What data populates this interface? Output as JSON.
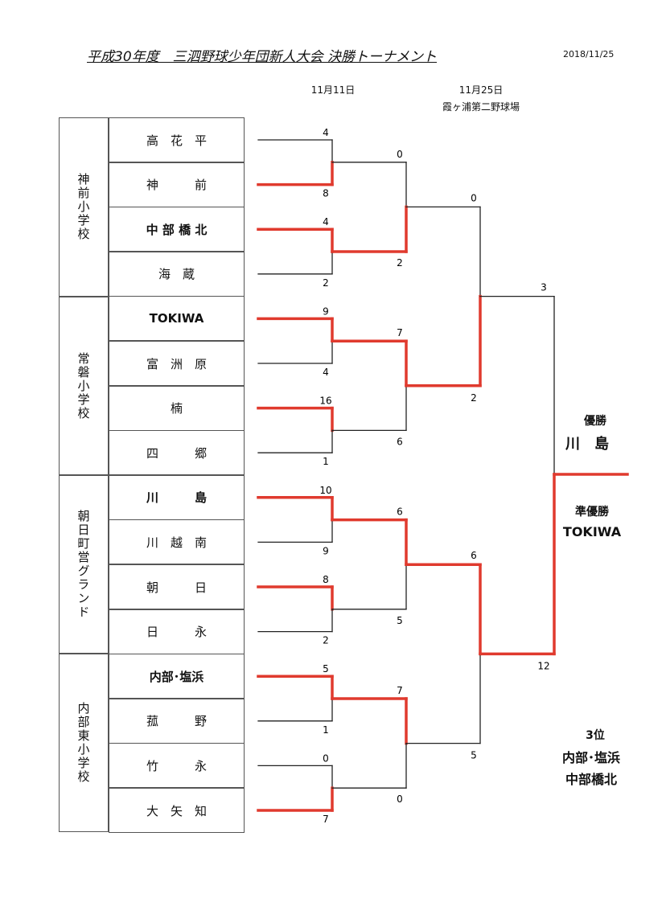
{
  "title": "平成30年度　三泗野球少年団新人大会 決勝トーナメント",
  "date": "2018/11/25",
  "round_headers": {
    "r1": "11月11日",
    "r2": "11月25日",
    "r2_venue": "霞ヶ浦第二野球場"
  },
  "venues": [
    {
      "label": "神前小学校"
    },
    {
      "label": "常磐小学校"
    },
    {
      "label": "朝日町営グランド"
    },
    {
      "label": "内部東小学校"
    }
  ],
  "teams": [
    {
      "name": "高　花　平",
      "bold": false
    },
    {
      "name": "神　　　前",
      "bold": false
    },
    {
      "name": "中 部 橋 北",
      "bold": true
    },
    {
      "name": "海　蔵",
      "bold": false
    },
    {
      "name": "TOKIWA",
      "bold": true
    },
    {
      "name": "富　洲　原",
      "bold": false
    },
    {
      "name": "楠",
      "bold": false
    },
    {
      "name": "四　　　郷",
      "bold": false
    },
    {
      "name": "川　　　島",
      "bold": true
    },
    {
      "name": "川　越　南",
      "bold": false
    },
    {
      "name": "朝　　　日",
      "bold": false
    },
    {
      "name": "日　　　永",
      "bold": false
    },
    {
      "name": "内部･塩浜",
      "bold": true
    },
    {
      "name": "菰　　　野",
      "bold": false
    },
    {
      "name": "竹　　　永",
      "bold": false
    },
    {
      "name": "大　矢　知",
      "bold": false
    }
  ],
  "round1_scores": [
    {
      "top": "4",
      "bottom": "8"
    },
    {
      "top": "4",
      "bottom": "2"
    },
    {
      "top": "9",
      "bottom": "4"
    },
    {
      "top": "16",
      "bottom": "1"
    },
    {
      "top": "10",
      "bottom": "9"
    },
    {
      "top": "8",
      "bottom": "2"
    },
    {
      "top": "5",
      "bottom": "1"
    },
    {
      "top": "0",
      "bottom": "7"
    }
  ],
  "round2_scores": [
    {
      "top": "0",
      "bottom": "2"
    },
    {
      "top": "7",
      "bottom": "6"
    },
    {
      "top": "6",
      "bottom": "5"
    },
    {
      "top": "7",
      "bottom": "0"
    }
  ],
  "semifinal_scores": [
    {
      "top": "0",
      "bottom": "2"
    },
    {
      "top": "6",
      "bottom": "5"
    }
  ],
  "final_scores": {
    "top": "3",
    "bottom": "12"
  },
  "results": {
    "champion_label": "優勝",
    "champion": "川　島",
    "runner_up_label": "準優勝",
    "runner_up": "TOKIWA",
    "third_label": "3位",
    "third_1": "内部･塩浜",
    "third_2": "中部橋北"
  },
  "colors": {
    "winner_line": "#e03a2e",
    "loser_line": "#222222"
  }
}
